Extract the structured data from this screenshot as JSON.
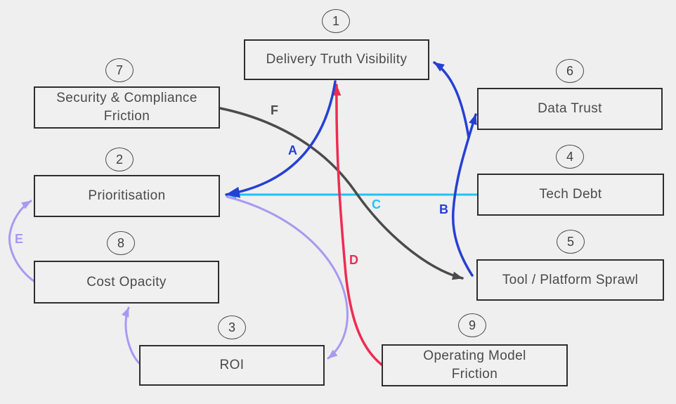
{
  "diagram": {
    "background": "#efefef",
    "colors": {
      "box_fill": "#f0f0f0",
      "box_border": "#2e2e2e",
      "text": "#4a4a4a",
      "blue": "#2640d4",
      "cyan": "#1fc4f2",
      "red": "#ef2b52",
      "purple": "#a79af1",
      "dark_gray": "#4b4b4b"
    },
    "nodes": [
      {
        "number": "1",
        "label": "Delivery Truth Visibility"
      },
      {
        "number": "2",
        "label": "Prioritisation"
      },
      {
        "number": "3",
        "label": "ROI"
      },
      {
        "number": "4",
        "label": "Tech Debt"
      },
      {
        "number": "5",
        "label": "Tool / Platform Sprawl"
      },
      {
        "number": "6",
        "label": "Data Trust"
      },
      {
        "number": "7",
        "label": "Security & Compliance Friction"
      },
      {
        "number": "8",
        "label": "Cost Opacity"
      },
      {
        "number": "9",
        "label": "Operating Model Friction"
      }
    ],
    "edges": [
      {
        "letter": "A",
        "from": "Delivery Truth Visibility",
        "to": "Prioritisation",
        "color": "#2640d4"
      },
      {
        "letter": "B",
        "from": "Tool / Platform Sprawl",
        "to": "Data Trust",
        "color": "#2640d4"
      },
      {
        "letter": "C",
        "from": "Tech Debt",
        "to": "Prioritisation",
        "color": "#1fc4f2"
      },
      {
        "letter": "D",
        "from": "Operating Model Friction",
        "to": "Delivery Truth Visibility",
        "color": "#ef2b52"
      },
      {
        "letter": "E",
        "from": "Cost Opacity",
        "to": "Prioritisation",
        "color": "#a79af1"
      },
      {
        "letter": "F",
        "from": "Security & Compliance Friction",
        "to": "Tool / Platform Sprawl",
        "color": "#4b4b4b"
      },
      {
        "letter": "",
        "from": "Data Trust",
        "to": "Delivery Truth Visibility",
        "color": "#2640d4"
      },
      {
        "letter": "",
        "from": "Prioritisation",
        "to": "ROI",
        "color": "#a79af1"
      },
      {
        "letter": "",
        "from": "ROI",
        "to": "Cost Opacity",
        "color": "#a79af1"
      }
    ]
  }
}
